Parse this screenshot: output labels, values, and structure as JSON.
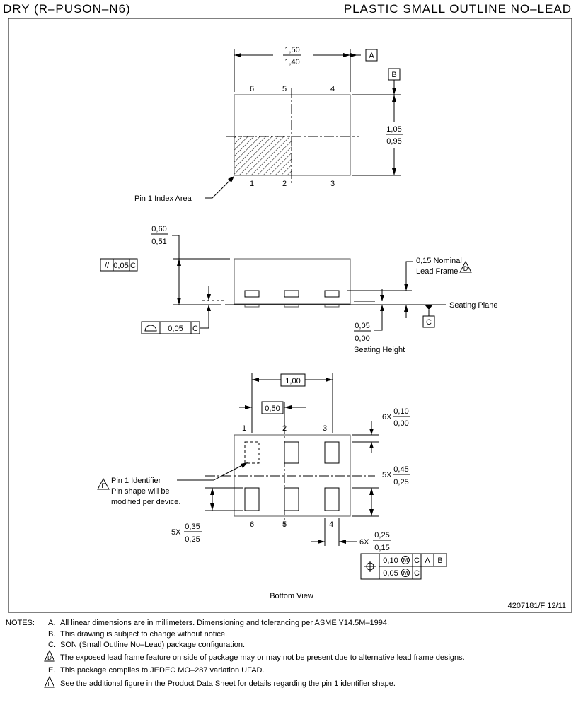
{
  "header": {
    "left_title": "DRY (R–PUSON–N6)",
    "right_title": "PLASTIC SMALL OUTLINE NO–LEAD"
  },
  "top_view": {
    "width_max": "1,50",
    "width_min": "1,40",
    "datum_a": "A",
    "datum_b": "B",
    "height_max": "1,05",
    "height_min": "0,95",
    "pins_top": [
      "6",
      "5",
      "4"
    ],
    "pins_bottom": [
      "1",
      "2",
      "3"
    ],
    "pin1_label": "Pin 1 Index Area"
  },
  "side_view": {
    "thickness_max": "0,60",
    "thickness_min": "0,51",
    "parallelism": {
      "symbol": "//",
      "value": "0,05",
      "datum": "C"
    },
    "coplanarity": {
      "value": "0,05",
      "datum": "C"
    },
    "lead_frame_line1": "0,15 Nominal",
    "lead_frame_line2": "Lead Frame",
    "note_d": "D",
    "seating_plane": "Seating Plane",
    "datum_c": "C",
    "standoff_max": "0,05",
    "standoff_min": "0,00",
    "seating_height": "Seating Height"
  },
  "bottom_view": {
    "pitch_total": "1,00",
    "pitch": "0,50",
    "pins_top": [
      "1",
      "2",
      "3"
    ],
    "pins_bottom": [
      "6",
      "5",
      "4"
    ],
    "dim_6x_a": {
      "prefix": "6X",
      "max": "0,10",
      "min": "0,00"
    },
    "dim_5x_a": {
      "prefix": "5X",
      "max": "0,45",
      "min": "0,25"
    },
    "dim_5x_b": {
      "prefix": "5X",
      "max": "0,35",
      "min": "0,25"
    },
    "dim_6x_b": {
      "prefix": "6X",
      "max": "0,25",
      "min": "0,15"
    },
    "note_f": "F",
    "pin1_identifier": [
      "Pin 1 Identifier",
      "Pin shape will be",
      "modified per device."
    ],
    "position_tol": {
      "row1": [
        "0,10",
        "M",
        "C",
        "A",
        "B"
      ],
      "row2": [
        "0,05",
        "M",
        "C"
      ]
    },
    "caption": "Bottom View"
  },
  "drawing_number": "4207181/F  12/11",
  "notes": {
    "label": "NOTES:",
    "items": [
      {
        "key": "A.",
        "text": "All linear dimensions are in millimeters.  Dimensioning and tolerancing per ASME Y14.5M–1994."
      },
      {
        "key": "B.",
        "text": "This drawing is subject to change without notice."
      },
      {
        "key": "C.",
        "text": "SON (Small Outline No–Lead) package configuration."
      },
      {
        "key": "D",
        "text": "The exposed lead frame feature on side of package may or may not be present due to alternative lead frame designs."
      },
      {
        "key": "E.",
        "text": "This package complies to JEDEC MO–287 variation UFAD."
      },
      {
        "key": "F",
        "text": "See the additional figure in the Product Data Sheet for details regarding the pin 1 identifier shape."
      }
    ]
  }
}
